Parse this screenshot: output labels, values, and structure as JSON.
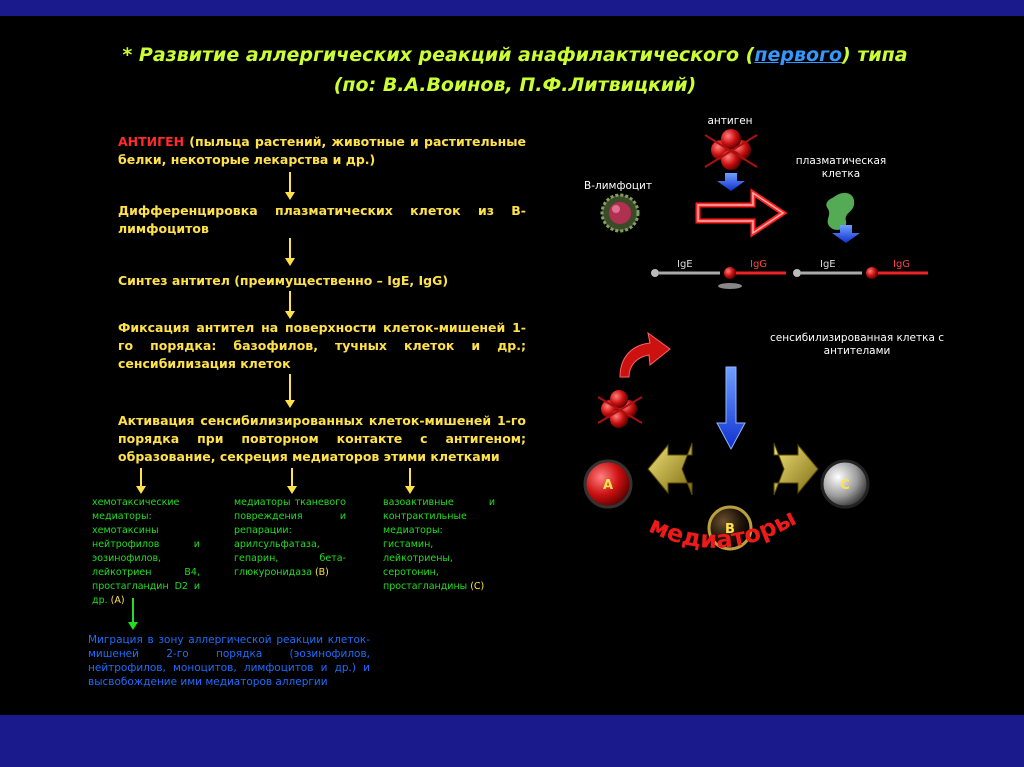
{
  "title": {
    "line1_prefix": "*  Развитие аллергических реакций анафилактического (",
    "line1_highlight": "первого",
    "line1_suffix": ") типа",
    "line2": "(по: В.А.Воинов, П.Ф.Литвицкий)"
  },
  "steps": {
    "s1_red": "АНТИГЕН",
    "s1_text": " (пыльца растений, животные и растительные белки, некоторые лекарства и др.)",
    "s2": "Дифференцировка плазматических клеток из В-лимфоцитов",
    "s3": "Синтез антител (преимущественно – IgE, IgG)",
    "s4": "Фиксация антител на поверхности клеток-мишеней 1-го порядка: базофилов, тучных клеток и др.; сенсибилизация клеток",
    "s5": "Активация сенсибилизированных клеток-мишеней 1-го порядка при повторном контакте с антигеном; образование, секреция медиаторов этими клетками"
  },
  "mediator_groups": {
    "a_text": "хемотаксические медиаторы: хемотаксины нейтрофилов и эозинофилов, лейкотриен B4, простагландин D2 и др.",
    "a_tag": "(А)",
    "b_text": "медиаторы тканевого повреждения и репарации: арилсульфатаза, гепарин, бета-глюкуронидаза",
    "b_tag": "(В)",
    "c_text": "вазоактивные и контрактильные медиаторы: гистамин, лейкотриены, серотонин, простагландины",
    "c_tag": "(С)"
  },
  "migration": "Миграция в зону аллергической реакции клеток-мишеней 2-го порядка (эозинофилов, нейтрофилов, моноцитов, лимфоцитов и др.) и высвобождение ими медиаторов аллергии",
  "diagram": {
    "antigen": "антиген",
    "b_lymphocyte": "В-лимфоцит",
    "plasma_cell": "плазматическая клетка",
    "ige": "IgE",
    "igg": "IgG",
    "sensitized": "сенсибилизированная клетка с антителами",
    "mediators": "медиаторы",
    "circle_a": "A",
    "circle_b": "B",
    "circle_c": "C"
  },
  "colors": {
    "background": "#000000",
    "band": "#1a1a8c",
    "title": "#ccff33",
    "steps": "#ffe24a",
    "antigen_red": "#ff2a2a",
    "groups": "#22dd22",
    "migration": "#1e6cff"
  }
}
